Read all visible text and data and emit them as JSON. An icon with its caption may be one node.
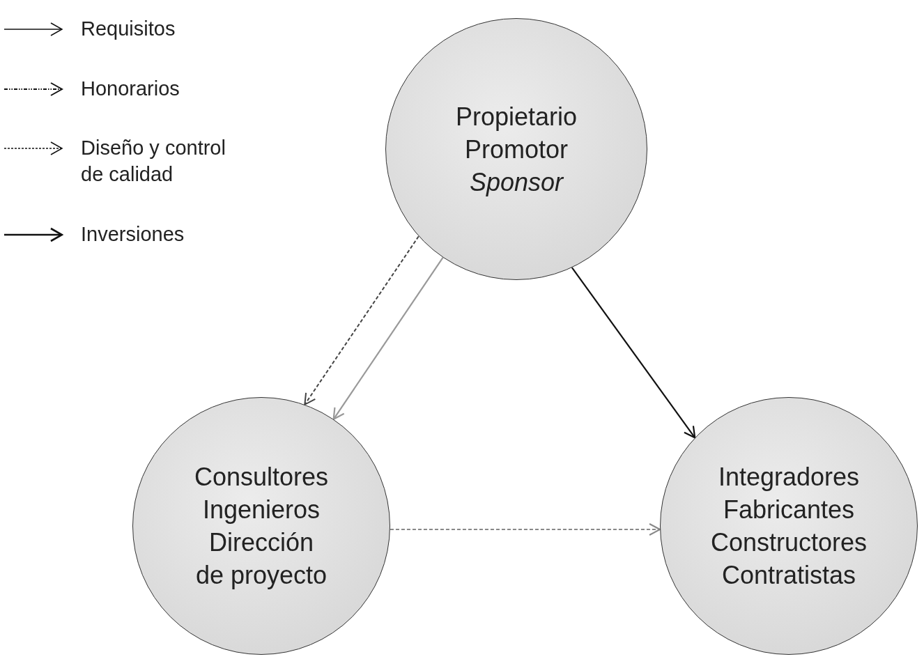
{
  "diagram": {
    "nodes": [
      {
        "text": [
          "Propietario",
          "Promotor",
          "*Sponsor*"
        ]
      },
      {
        "text": [
          "Consultores",
          "Ingenieros",
          "Dirección",
          "de proyecto"
        ]
      },
      {
        "text": [
          "Integradores",
          "Fabricantes",
          "Constructores",
          "Contratistas"
        ]
      }
    ],
    "edges": [
      {
        "from": 0,
        "to": 1,
        "arrow": "to",
        "style": "dashed",
        "color": "#444444"
      },
      {
        "from": 0,
        "to": 1,
        "arrow": "to",
        "color": "#999999"
      },
      {
        "from": 0,
        "to": 2,
        "arrow": "to"
      },
      {
        "from": 1,
        "to": 2,
        "arrow": "to",
        "style": "dashed",
        "color": "#888888"
      }
    ],
    "legend": [
      {
        "text": "Requisitos"
      },
      {
        "text": "Honorarios"
      },
      {
        "text": "Diseño y control de calidad"
      },
      {
        "text": "Inversiones"
      }
    ]
  }
}
